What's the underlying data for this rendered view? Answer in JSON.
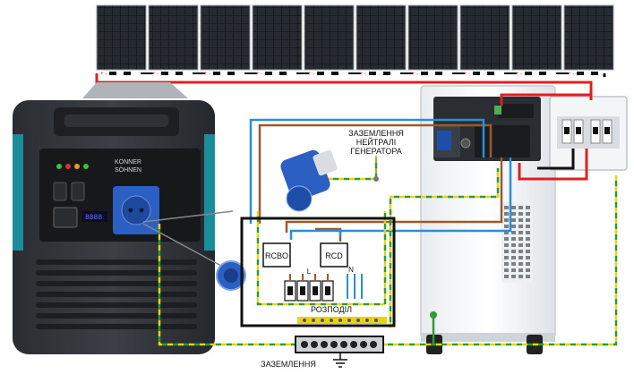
{
  "labels": {
    "neutral_ground_line1": "ЗАЗЕМЛЕННЯ",
    "neutral_ground_line2": "НЕЙТРАЛІ",
    "neutral_ground_line3": "ГЕНЕРАТОРА",
    "rcbo": "RCBO",
    "rcd": "RCD",
    "l": "L",
    "n": "N",
    "distribution": "РОЗПОДІЛ",
    "grounding": "ЗАЗЕМЛЕННЯ"
  },
  "generator": {
    "brand_line1": "KONNER",
    "brand_line2": "SÖHNEN",
    "display": "8888"
  },
  "colors": {
    "positive": "#e02020",
    "negative": "#111111",
    "live": "#9b5a2e",
    "neutral": "#2a8fd8",
    "earth_yellow": "#e6d21a",
    "earth_green": "#2e9a3a",
    "generator_teal": "#1a8c9a",
    "socket_blue": "#2b5fc2"
  },
  "panels": [
    {
      "polarity": "+ -"
    },
    {
      "polarity": "+ -"
    },
    {
      "polarity": "+ -"
    },
    {
      "polarity": "+ -"
    },
    {
      "polarity": "+ -"
    },
    {
      "polarity": "+ -"
    },
    {
      "polarity": "+ -"
    },
    {
      "polarity": "+ -"
    },
    {
      "polarity": "+ -"
    },
    {
      "polarity": "+ -"
    }
  ]
}
